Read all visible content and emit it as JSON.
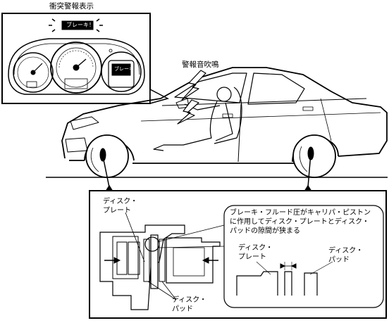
{
  "title_label": "衝突警報表示",
  "warning_sound_label": "警報音吹鳴",
  "meter_display_text": "ブレーキ！",
  "panel_display_text": "ブレーキ！",
  "disc_plate_label_top": [
    "ディスク・",
    "プレート"
  ],
  "disc_pad_label_bottom": [
    "ディスク・",
    "パッド"
  ],
  "explanation_text": [
    "ブレーキ・フルード圧がキャリパ・ピストン",
    "に作用してディスク・プレートとディスク・",
    "パッドの隙間が狭まる"
  ],
  "detail_disc_plate_label": [
    "ディスク・",
    "プレート"
  ],
  "detail_disc_pad_label": [
    "ディスク・",
    "パッド"
  ]
}
